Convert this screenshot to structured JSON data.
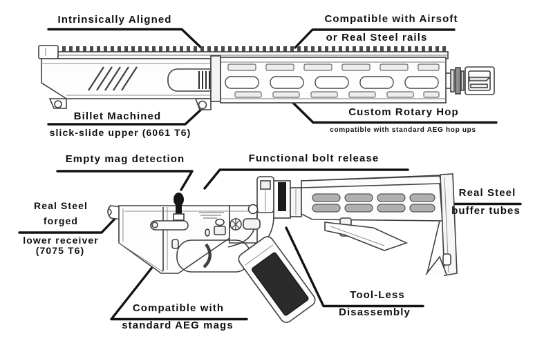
{
  "page": {
    "background": "#ffffff"
  },
  "colors": {
    "ink": "#101010",
    "line": "#3f3f3f",
    "line_light": "#8d8d8d",
    "fill_light": "#f2f2f2",
    "fill_mid": "#b0b0b0",
    "dark": "#1c1c1c"
  },
  "upper_diagram": {
    "callouts": {
      "intrinsically_aligned": {
        "text": "Intrinsically Aligned"
      },
      "rail_compat": {
        "line1": "Compatible with Airsoft",
        "line2": "or Real Steel rails"
      },
      "billet_upper": {
        "line1": "Billet Machined",
        "line2": "slick-slide upper (6061 T6)"
      },
      "rotary_hop": {
        "title": "Custom Rotary Hop",
        "subtitle": "compatible with standard AEG hop ups"
      }
    }
  },
  "lower_diagram": {
    "callouts": {
      "empty_mag": {
        "text": "Empty mag detection"
      },
      "bolt_release": {
        "text": "Functional bolt release"
      },
      "forged_lower": {
        "line1": "Real Steel",
        "line2": "forged",
        "line3": "lower receiver",
        "line4": "(7075 T6)"
      },
      "buffer_tubes": {
        "line1": "Real Steel",
        "line2": "buffer tubes"
      },
      "aeg_mags": {
        "line1": "Compatible with",
        "line2": "standard AEG mags"
      },
      "toolless": {
        "line1": "Tool-Less",
        "line2": "Disassembly"
      }
    }
  }
}
